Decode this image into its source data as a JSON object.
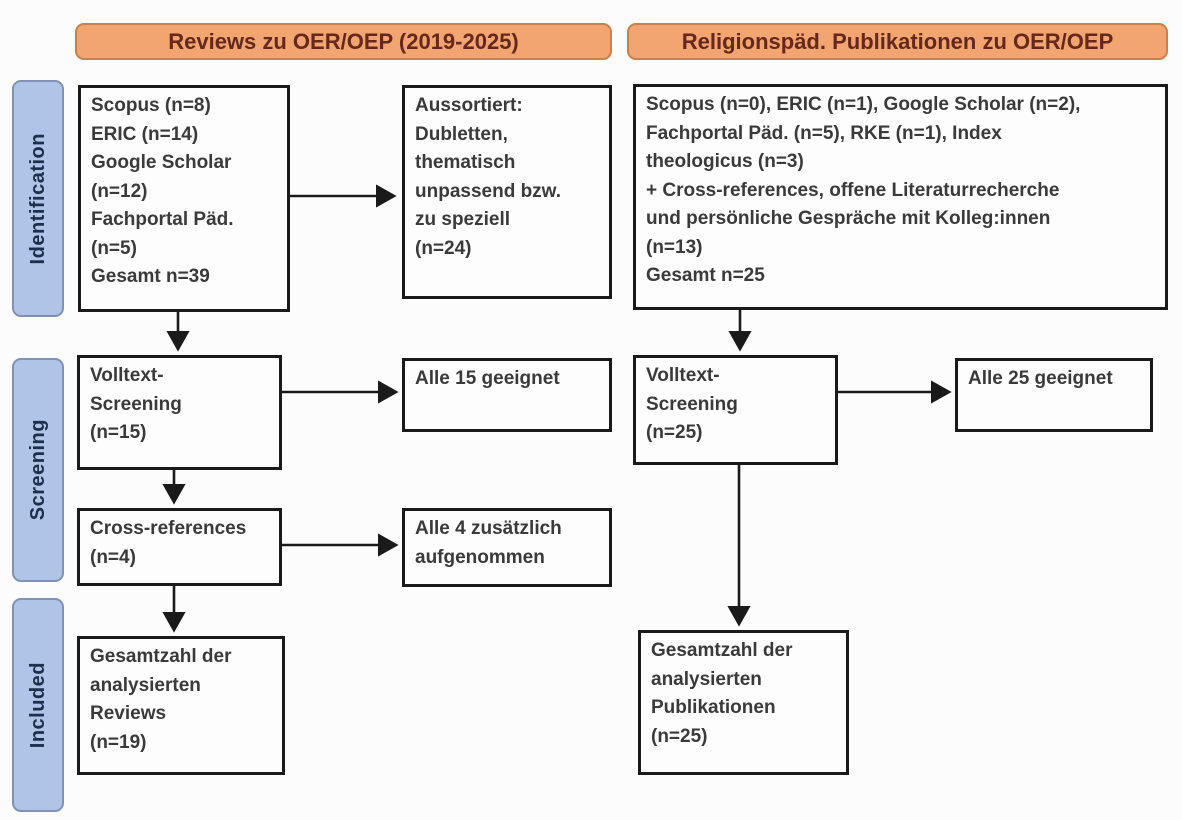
{
  "diagram_title": "PRISMA-style literature flow diagram",
  "colors": {
    "header_bg": "#F2A471",
    "header_border": "#C97F4E",
    "header_text": "#64291C",
    "stage_bg": "#AFC4E6",
    "stage_border": "#8191B4",
    "stage_text": "#1E2F4D",
    "box_border": "#1A1A1A",
    "box_text": "#3A3A3A",
    "arrow": "#1A1A1A"
  },
  "headers": [
    {
      "label": "Reviews zu OER/OEP (2019-2025)"
    },
    {
      "label": "Religionspäd. Publikationen zu OER/OEP"
    }
  ],
  "stages": [
    {
      "label": "Identification"
    },
    {
      "label": "Screening"
    },
    {
      "label": "Included"
    }
  ],
  "boxes": {
    "left_sources": "Scopus (n=8)\nERIC (n=14)\nGoogle Scholar\n(n=12)\nFachportal Päd.\n(n=5)\nGesamt n=39",
    "left_excluded": "Aussortiert:\nDubletten,\nthematisch\nunpassend bzw.\nzu speziell\n(n=24)",
    "left_fulltext": "Volltext-\nScreening\n(n=15)",
    "left_eligible": "Alle 15 geeignet",
    "left_crossref": "Cross-references\n(n=4)",
    "left_added": "Alle 4 zusätzlich\naufgenommen",
    "left_total": "Gesamtzahl der\nanalysierten\nReviews\n(n=19)",
    "right_sources": "Scopus (n=0), ERIC (n=1), Google Scholar (n=2),\nFachportal Päd. (n=5), RKE (n=1), Index\ntheologicus (n=3)\n+ Cross-references, offene Literaturrecherche\nund persönliche Gespräche mit Kolleg:innen\n(n=13)\nGesamt n=25",
    "right_fulltext": "Volltext-\nScreening\n(n=25)",
    "right_eligible": "Alle 25 geeignet",
    "right_total": "Gesamtzahl der\nanalysierten\nPublikationen\n(n=25)"
  }
}
